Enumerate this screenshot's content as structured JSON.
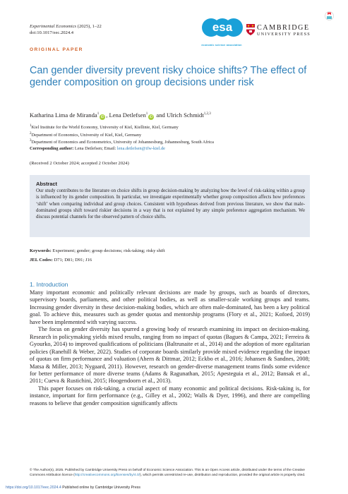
{
  "header": {
    "journal_name": "Experimental Economics",
    "journal_meta": "(2025), 1–22",
    "doi": "doi:10.1017/eec.2024.4",
    "esa_logo": "esa",
    "esa_tagline": "economic science association",
    "publisher_line1": "CAMBRIDGE",
    "publisher_line2": "UNIVERSITY PRESS"
  },
  "article_type": "ORIGINAL PAPER",
  "title": "Can gender diversity prevent risky choice shifts? The effect of gender composition on group decisions under risk",
  "authors": {
    "a1": "Katharina Lima de Miranda",
    "a1_sup": "1",
    "sep1": ", ",
    "a2": "Lena Detlefsen",
    "a2_sup": "1",
    "sep2": " and ",
    "a3": "Ulrich Schmidt",
    "a3_sup": "1,2,3"
  },
  "affiliations": [
    {
      "num": "1",
      "text": "Kiel Institute for the World Economy, University of Kiel, Kiellinie, Kiel, Germany"
    },
    {
      "num": "2",
      "text": "Department of Economics, University of Kiel, Kiel, Germany"
    },
    {
      "num": "3",
      "text": "Department of Economics and Econometrics, University of Johannesburg, Johannesburg, South Africa"
    }
  ],
  "corresponding": {
    "label": "Corresponding author:",
    "text": " Lena Detlefsen; Email: ",
    "email": "lena.detlefsen@ifw-kiel.de"
  },
  "received": "(Received 2 October 2024; accepted 2 October 2024)",
  "abstract": {
    "heading": "Abstract",
    "text": "Our study contributes to the literature on choice shifts in group decision-making by analyzing how the level of risk-taking within a group is influenced by its gender composition. In particular, we investigate experimentally whether group composition affects how preferences ‘shift’ when comparing individual and group choices. Consistent with hypotheses derived from previous literature, we show that male-dominated groups shift toward riskier decisions in a way that is not explained by any simple preference aggregation mechanism. We discuss potential channels for the observed pattern of choice shifts."
  },
  "keywords": {
    "label": "Keywords:",
    "text": " Experiment; gender; group decisions; risk-taking; risky shift"
  },
  "jel": {
    "label": "JEL Codes:",
    "text": " D71; D81; D91; J16"
  },
  "intro": {
    "heading": "1.  Introduction",
    "p1": "Many important economic and politically relevant decisions are made by groups, such as boards of directors, supervisory boards, parliaments, and other political bodies, as well as smaller-scale working groups and teams. Increasing gender diversity in these decision-making bodies, which are often male-dominated, has been a key political goal. To achieve this, measures such as gender quotas and mentorship programs (Flory et al., 2021; Kofoed, 2019) have been implemented with varying success.",
    "p2": "The focus on gender diversity has spurred a growing body of research examining its impact on decision-making. Research in policymaking yields mixed results, ranging from no impact of quotas (Bagues & Campa, 2021; Ferreira & Gyourko, 2014) to improved qualifications of politicians (Baltrunaite et al., 2014) and the adoption of more egalitarian policies (Ranehill & Weber, 2022). Studies of corporate boards similarly provide mixed evidence regarding the impact of quotas on firm performance and valuation (Ahern & Dittmar, 2012; Eckbo et al., 2016; Johansen & Sandnes, 2008; Matsa & Miller, 2013; Nygaard, 2011). However, research on gender-diverse management teams finds some evidence for better performance of more diverse teams (Adams & Ragunathan, 2015; Apesteguia et al., 2012; Bansak et al., 2011; Cueva & Rustichini, 2015; Hoogendoorn et al., 2013).",
    "p3": "This paper focuses on risk-taking, a crucial aspect of many economic and political decisions. Risk-taking is, for instance, important for firm performance (e.g., Gilley et al., 2002; Walls & Dyer, 1996), and there are compelling reasons to believe that gender composition significantly affects"
  },
  "footnote": {
    "text": "© The Author(s), 2025. Published by Cambridge University Press on behalf of Economic Science Association. This is an Open Access article, distributed under the terms of the Creative Commons Attribution licence (",
    "link": "http://creativecommons.org/licenses/by/4.0/",
    "text2": "), which permits unrestricted re-use, distribution and reproduction, provided the original article is properly cited."
  },
  "footer": {
    "doi_link": "https://doi.org/10.1017/eec.2024.4",
    "text": " Published online by Cambridge University Press"
  },
  "colors": {
    "title_blue": "#2e7fb8",
    "kicker_orange": "#d1632a",
    "abstract_bg": "#e3e8f0",
    "esa_blue": "#19a0d8",
    "orcid_green": "#a6ce39"
  }
}
